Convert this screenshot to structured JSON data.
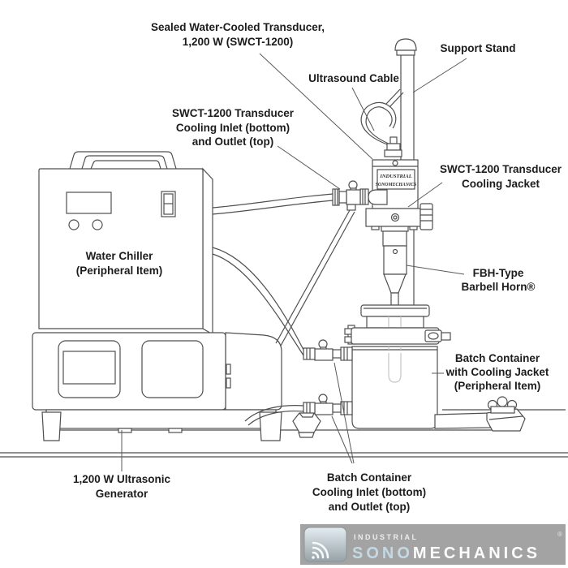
{
  "figure": {
    "labels": {
      "sealed_transducer": {
        "line1": "Sealed Water-Cooled Transducer,",
        "line2": "1,200 W (SWCT-1200)"
      },
      "ultrasound_cable": "Ultrasound Cable",
      "support_stand": "Support Stand",
      "transducer_cooling_ports": {
        "line1": "SWCT-1200 Transducer",
        "line2": "Cooling Inlet (bottom)",
        "line3": "and Outlet (top)"
      },
      "transducer_cooling_jacket": {
        "line1": "SWCT-1200 Transducer",
        "line2": "Cooling Jacket"
      },
      "water_chiller": {
        "line1": "Water Chiller",
        "line2": "(Peripheral Item)"
      },
      "barbell_horn": {
        "line1": "FBH-Type",
        "line2": "Barbell Horn®"
      },
      "batch_container": {
        "line1": "Batch Container",
        "line2": "with Cooling Jacket",
        "line3": "(Peripheral Item)"
      },
      "generator": {
        "line1": "1,200 W Ultrasonic",
        "line2": "Generator"
      },
      "batch_cooling_ports": {
        "line1": "Batch Container",
        "line2": "Cooling Inlet (bottom)",
        "line3": "and Outlet (top)"
      }
    },
    "device_markings": {
      "line1": "INDUSTRIAL",
      "line2": "SONOMECHANICS"
    },
    "logo": {
      "industrial": "INDUSTRIAL",
      "sono": "SONO",
      "mechanics": "MECHANICS",
      "registered": "®"
    },
    "colors": {
      "line": "#4f4f4f",
      "label_text": "#1c1c1c",
      "logo_bar": "#a3a3a3",
      "logo_sono": "#c3d9e5",
      "logo_mechanics": "#fcfcfc",
      "ghost_lines": "#c6c6c6",
      "background": "#ffffff"
    }
  }
}
